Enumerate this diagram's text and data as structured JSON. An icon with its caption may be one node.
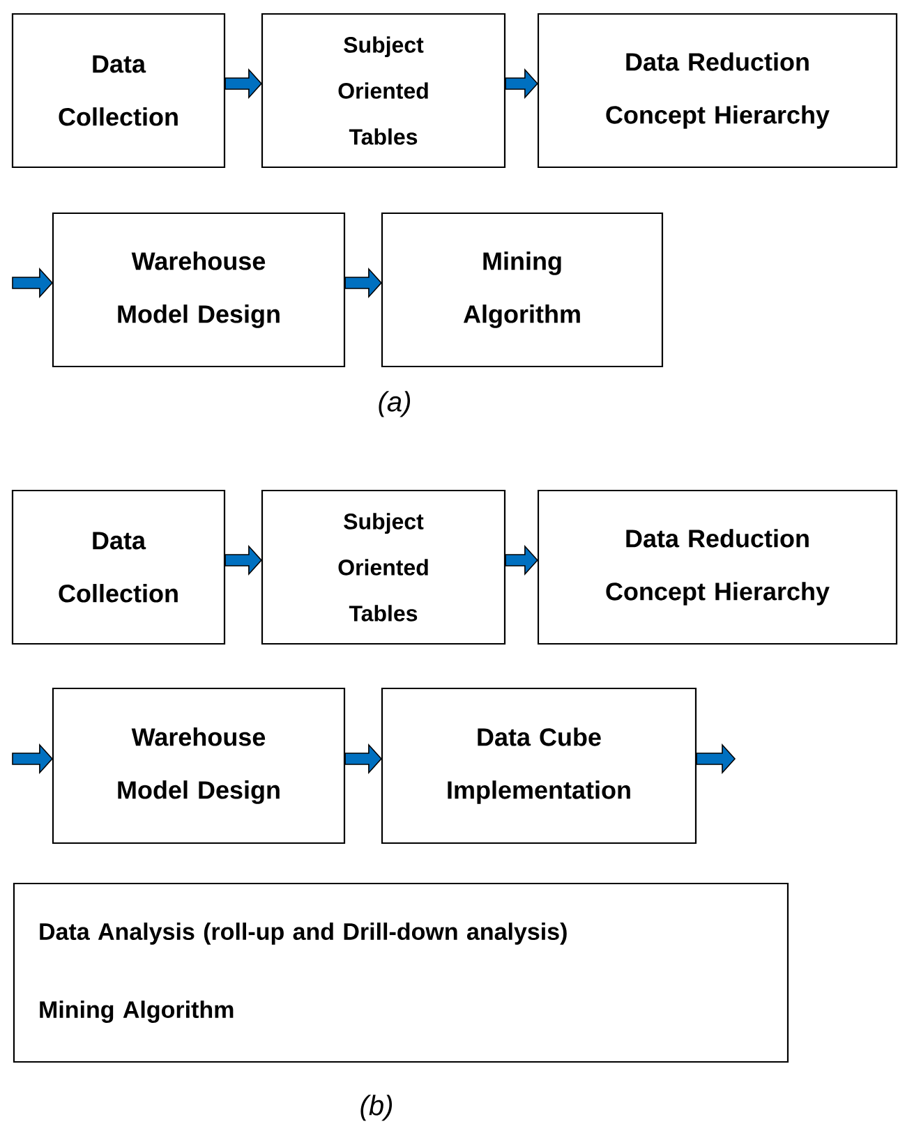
{
  "diagram": {
    "nodes": [
      {
        "text": [
          "Data Collection"
        ]
      },
      {
        "text": [
          "Subject Oriented Tables"
        ]
      },
      {
        "text": [
          "Data Reduction Concept Hierarchy"
        ]
      },
      {
        "text": [
          "Warehouse Model Design"
        ]
      },
      {
        "text": [
          "Mining Algorithm"
        ]
      },
      {
        "text": [
          "Data Collection"
        ]
      },
      {
        "text": [
          "Subject Oriented Tables"
        ]
      },
      {
        "text": [
          "Data Reduction Concept Hierarchy"
        ]
      },
      {
        "text": [
          "Warehouse Model Design"
        ]
      },
      {
        "text": [
          "Data Cube Implementation"
        ]
      },
      {
        "text": [
          "Data Analysis (roll-up and Drill-down analysis)",
          "Mining Algorithm"
        ]
      }
    ],
    "edges": [
      {
        "from": 0,
        "to": 1,
        "arrow": "to"
      },
      {
        "from": 1,
        "to": 2,
        "arrow": "to"
      },
      {
        "from": null,
        "to": 3,
        "arrow": "to"
      },
      {
        "from": 3,
        "to": 4,
        "arrow": "to"
      },
      {
        "from": 5,
        "to": 6,
        "arrow": "to"
      },
      {
        "from": 6,
        "to": 7,
        "arrow": "to"
      },
      {
        "from": null,
        "to": 8,
        "arrow": "to"
      },
      {
        "from": 8,
        "to": 9,
        "arrow": "to"
      },
      {
        "from": 9,
        "to": null,
        "arrow": "to"
      }
    ],
    "labels": [
      "(a)",
      "(b)"
    ]
  }
}
